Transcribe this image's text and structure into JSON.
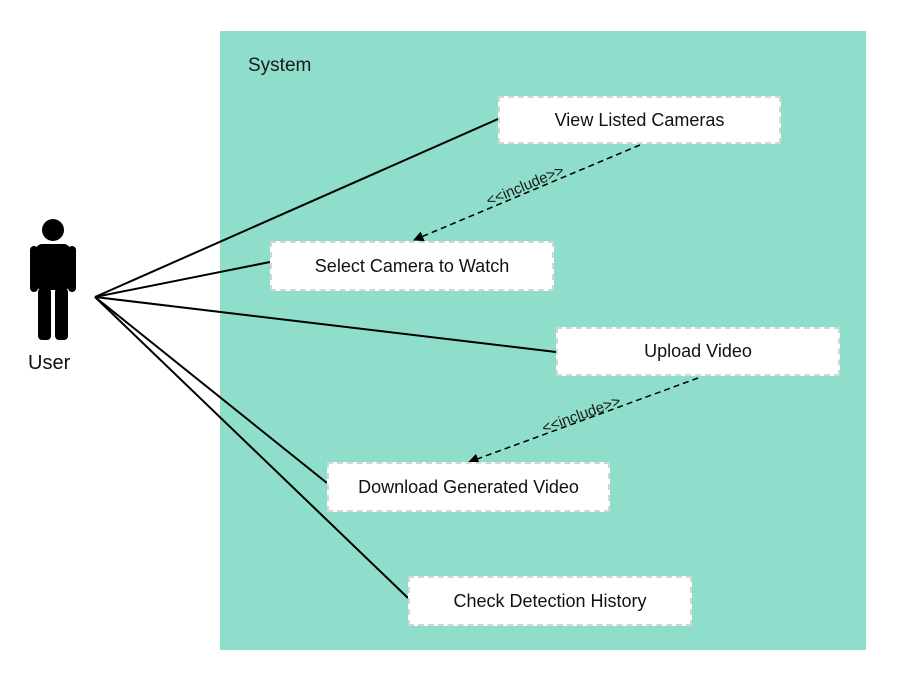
{
  "system": {
    "label": "System"
  },
  "actor": {
    "label": "User",
    "icon": "stick-figure-icon"
  },
  "use_cases": [
    {
      "id": "view-listed-cameras",
      "label": "View Listed Cameras"
    },
    {
      "id": "select-camera",
      "label": "Select Camera to Watch"
    },
    {
      "id": "upload-video",
      "label": "Upload Video"
    },
    {
      "id": "download-generated-video",
      "label": "Download Generated Video"
    },
    {
      "id": "check-detection-history",
      "label": "Check Detection History"
    }
  ],
  "relations": [
    {
      "label": "<<include>>"
    },
    {
      "label": "<<include>>"
    }
  ],
  "colors": {
    "boundary": "#8fdecb",
    "box": "#ffffff",
    "line": "#000000"
  }
}
